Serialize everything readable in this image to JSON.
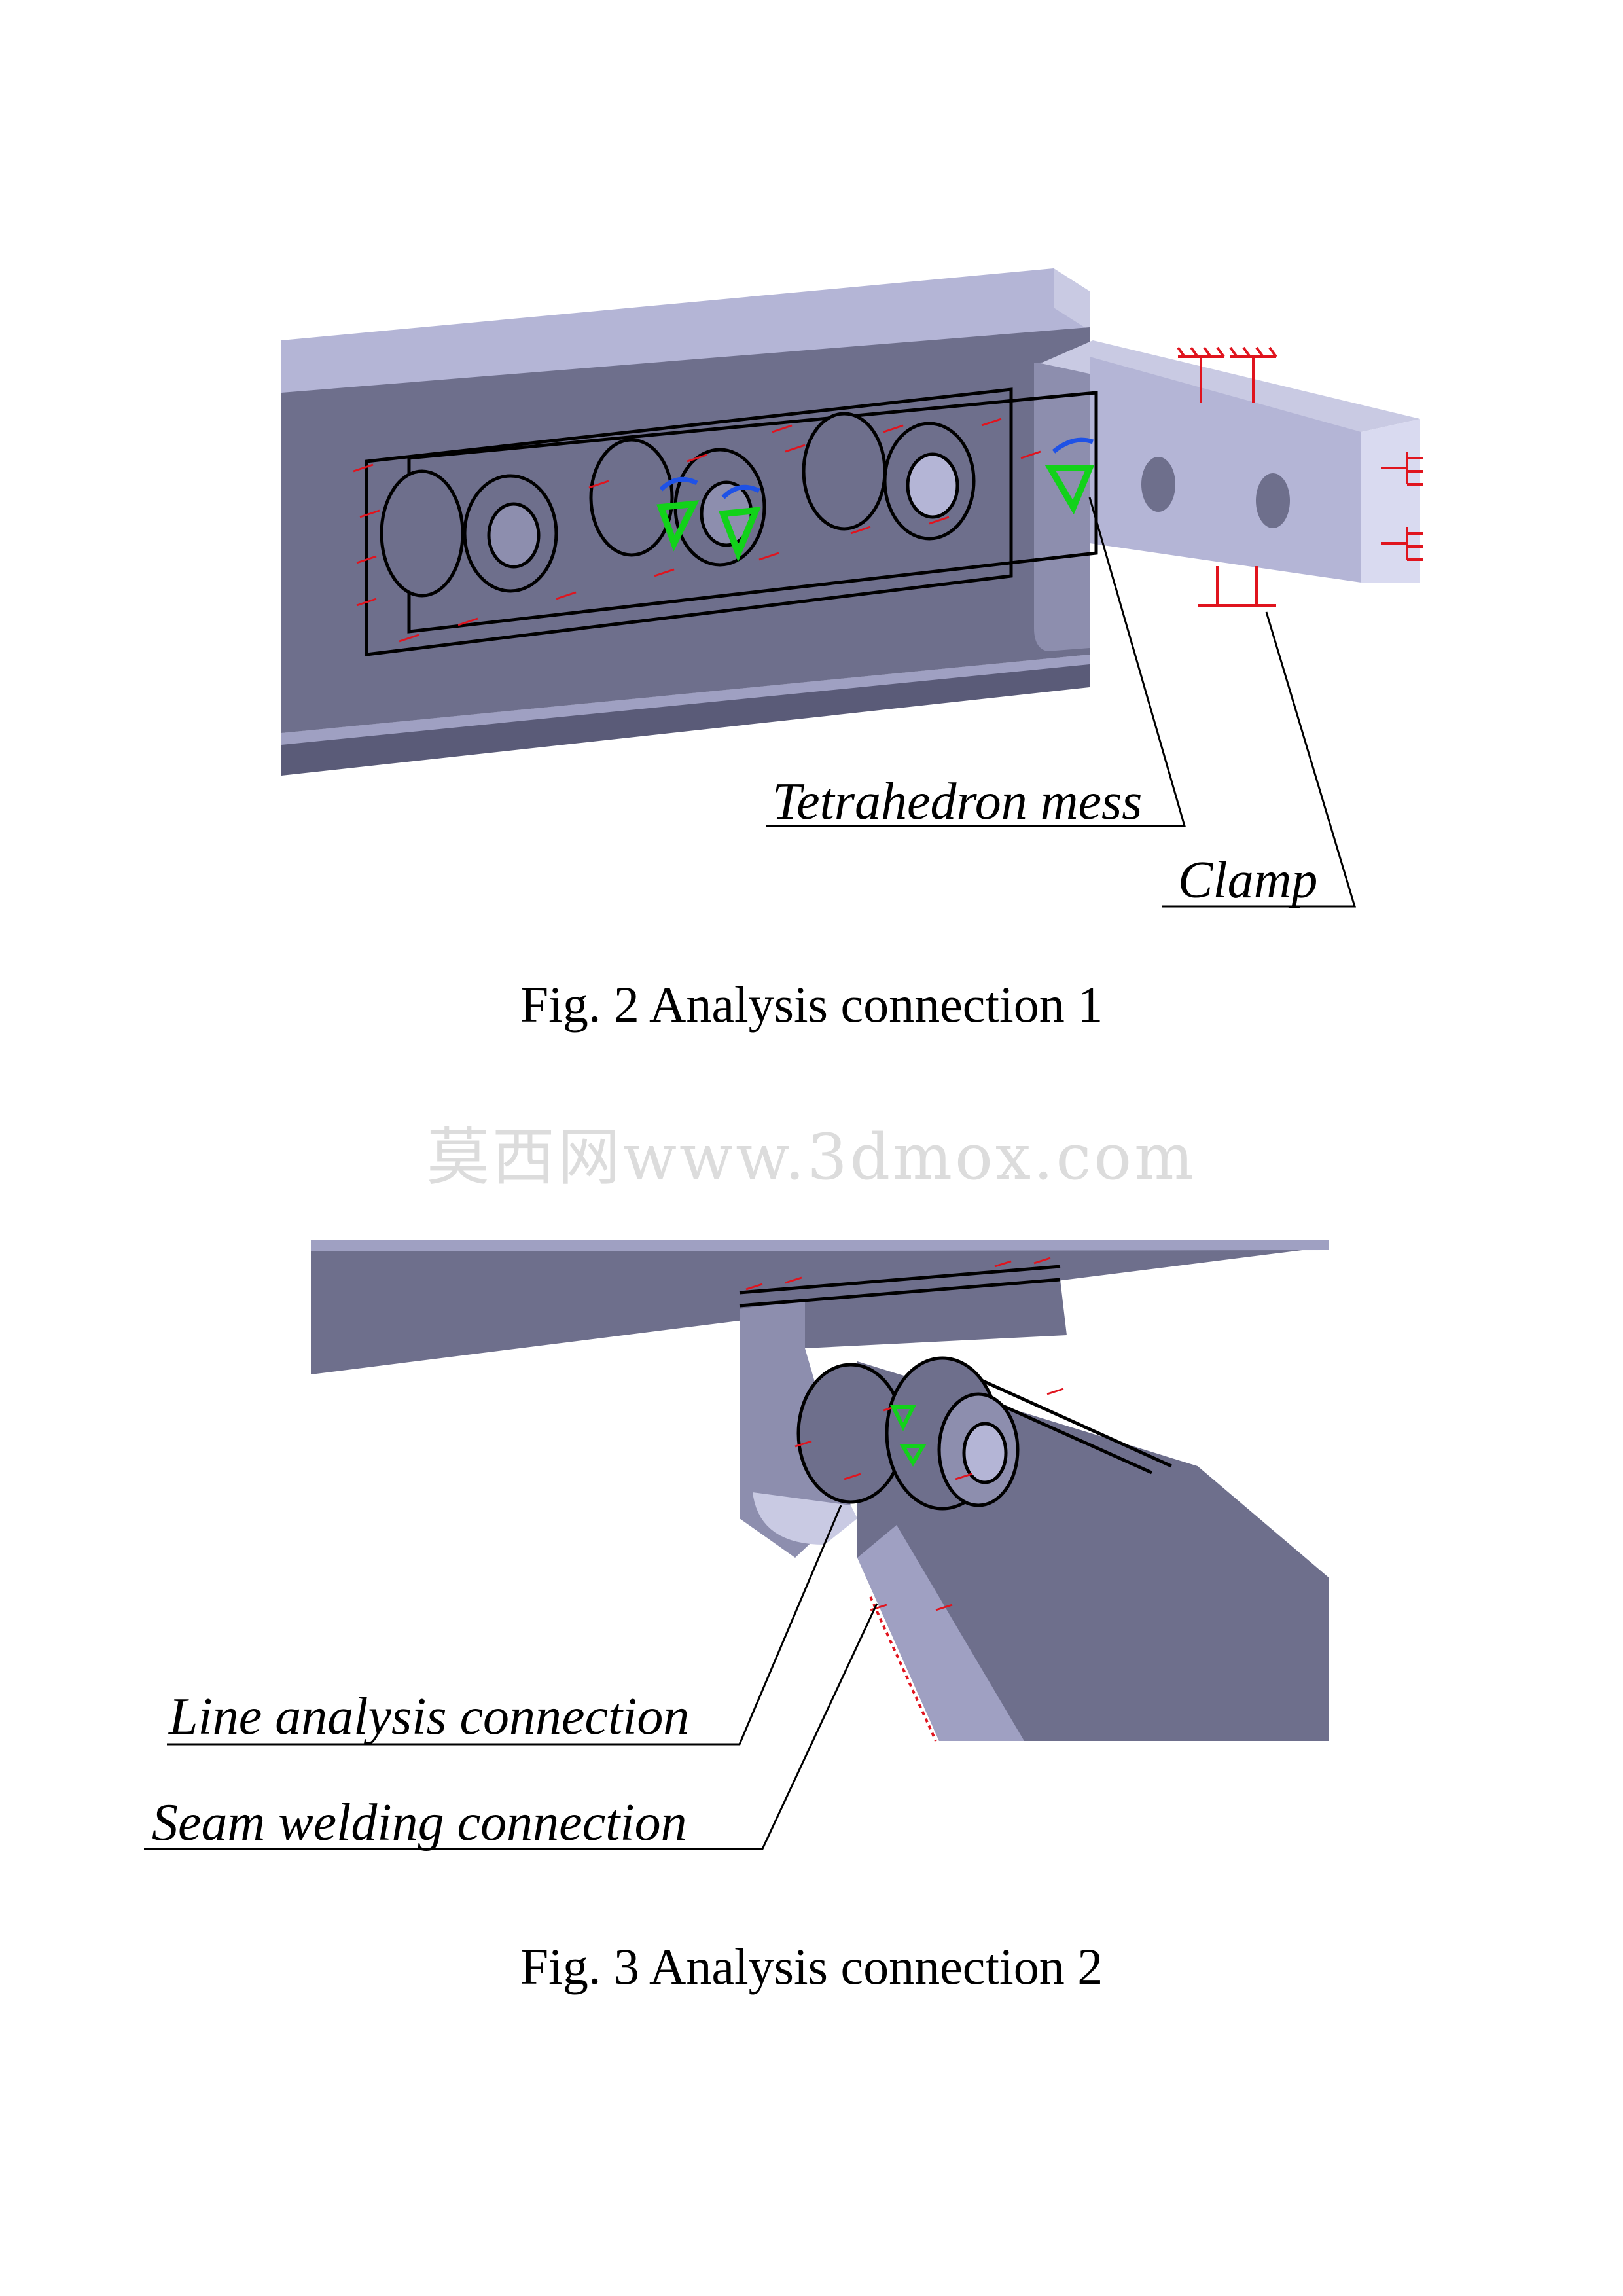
{
  "figures": [
    {
      "caption": "Fig. 2 Analysis connection 1",
      "callouts": [
        "Tetrahedron mess",
        "Clamp"
      ]
    },
    {
      "caption": "Fig. 3 Analysis connection 2",
      "callouts": [
        "Line analysis connection",
        "Seam welding connection"
      ]
    }
  ],
  "watermark": "莫西网www.3dmox.com",
  "colors": {
    "body": "#6e6f8c",
    "top_face": "#b4b5d6",
    "side_face": "#c9cae3",
    "constraint": "#e0141e",
    "mesh_marker": "#12d21a",
    "mesh_marker_accent": "#1f52e6",
    "outline": "#000000"
  }
}
